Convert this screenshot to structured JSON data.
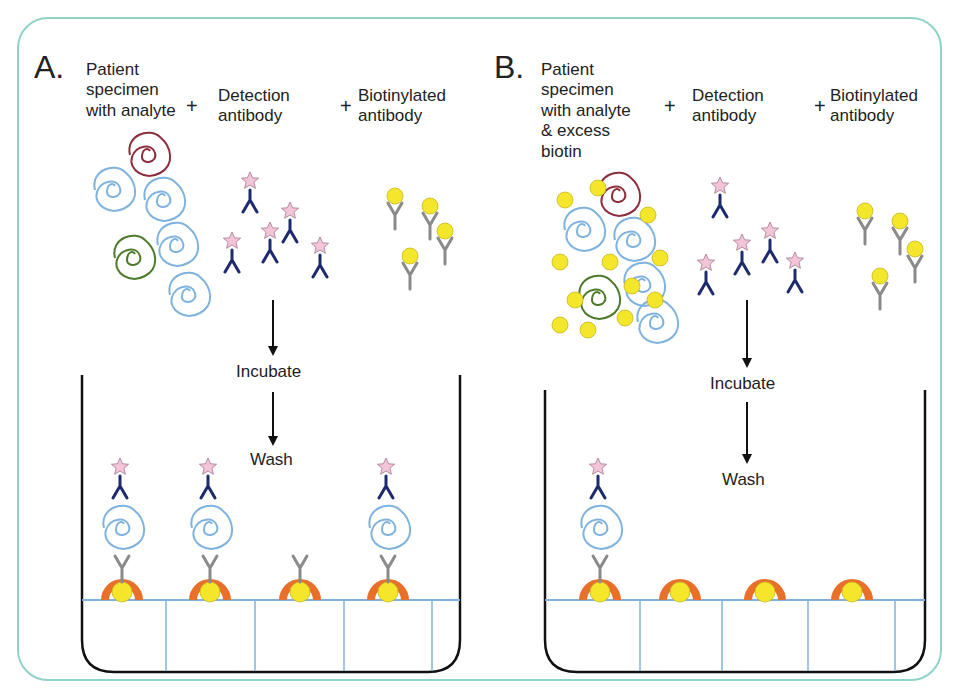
{
  "diagram": {
    "labels": [
      "A.",
      "Patient specimen with analyte",
      "+",
      "Detection antibody",
      "+",
      "Biotinylated antibody",
      "Incubate",
      "Wash",
      "B.",
      "Patient specimen with analyte & excess biotin",
      "+",
      "Detection antibody",
      "+",
      "Biotinylated antibody",
      "Incubate",
      "Wash"
    ]
  }
}
